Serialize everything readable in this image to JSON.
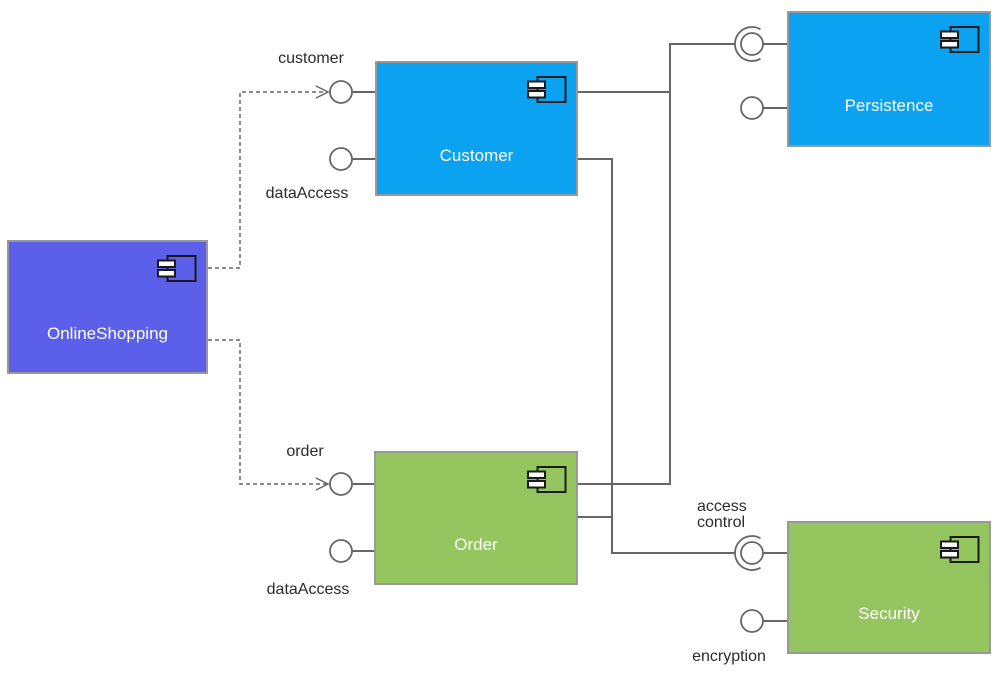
{
  "diagram": {
    "kind": "uml-component-diagram",
    "components": {
      "onlineShopping": {
        "label": "OnlineShopping",
        "fill": "#5b5fe9"
      },
      "customer": {
        "label": "Customer",
        "fill": "#0ba2f2"
      },
      "persistence": {
        "label": "Persistence",
        "fill": "#0ba2f2"
      },
      "order": {
        "label": "Order",
        "fill": "#95c55f"
      },
      "security": {
        "label": "Security",
        "fill": "#95c55f"
      }
    },
    "interface_labels": {
      "customer": "customer",
      "customer_data_access": "dataAccess",
      "order": "order",
      "order_data_access": "dataAccess",
      "access_control": "access control",
      "encryption": "encryption"
    },
    "connections": [
      {
        "from": "OnlineShopping",
        "to": "customer (Customer provided interface)",
        "style": "dashed-dependency-arrow"
      },
      {
        "from": "OnlineShopping",
        "to": "order (Order provided interface)",
        "style": "dashed-dependency-arrow"
      },
      {
        "from": "Customer",
        "to": "Persistence",
        "style": "ball-and-socket"
      },
      {
        "from": "Order",
        "to": "Persistence",
        "style": "ball-and-socket"
      },
      {
        "from": "Customer",
        "to": "Security access control",
        "style": "ball-and-socket"
      },
      {
        "from": "Order",
        "to": "Security access control",
        "style": "ball-and-socket"
      }
    ],
    "colors": {
      "indigo_component": "#5b5fe9",
      "blue_component": "#0ba2f2",
      "green_component": "#95c55f",
      "component_border": "#999999",
      "connector_line": "#666666",
      "label_text": "#2b2b2b",
      "component_label_text": "#ffffff",
      "icon_stroke": "#1a1a1a",
      "background": "#ffffff"
    },
    "icons": {
      "component_icon": "uml-component-icon"
    }
  }
}
